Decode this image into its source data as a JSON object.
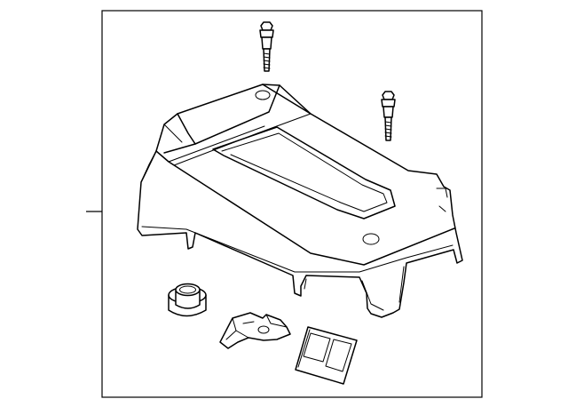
{
  "diagram": {
    "parts": [
      {
        "id": "engine-cover",
        "icon": "engine-cover-icon"
      },
      {
        "id": "bolt-left",
        "icon": "bolt-icon"
      },
      {
        "id": "bolt-right",
        "icon": "bolt-icon"
      },
      {
        "id": "grommet",
        "icon": "grommet-icon"
      },
      {
        "id": "bracket",
        "icon": "bracket-icon"
      },
      {
        "id": "pad",
        "icon": "pad-icon"
      }
    ],
    "colors": {
      "line": "#000000",
      "background": "#ffffff"
    }
  }
}
